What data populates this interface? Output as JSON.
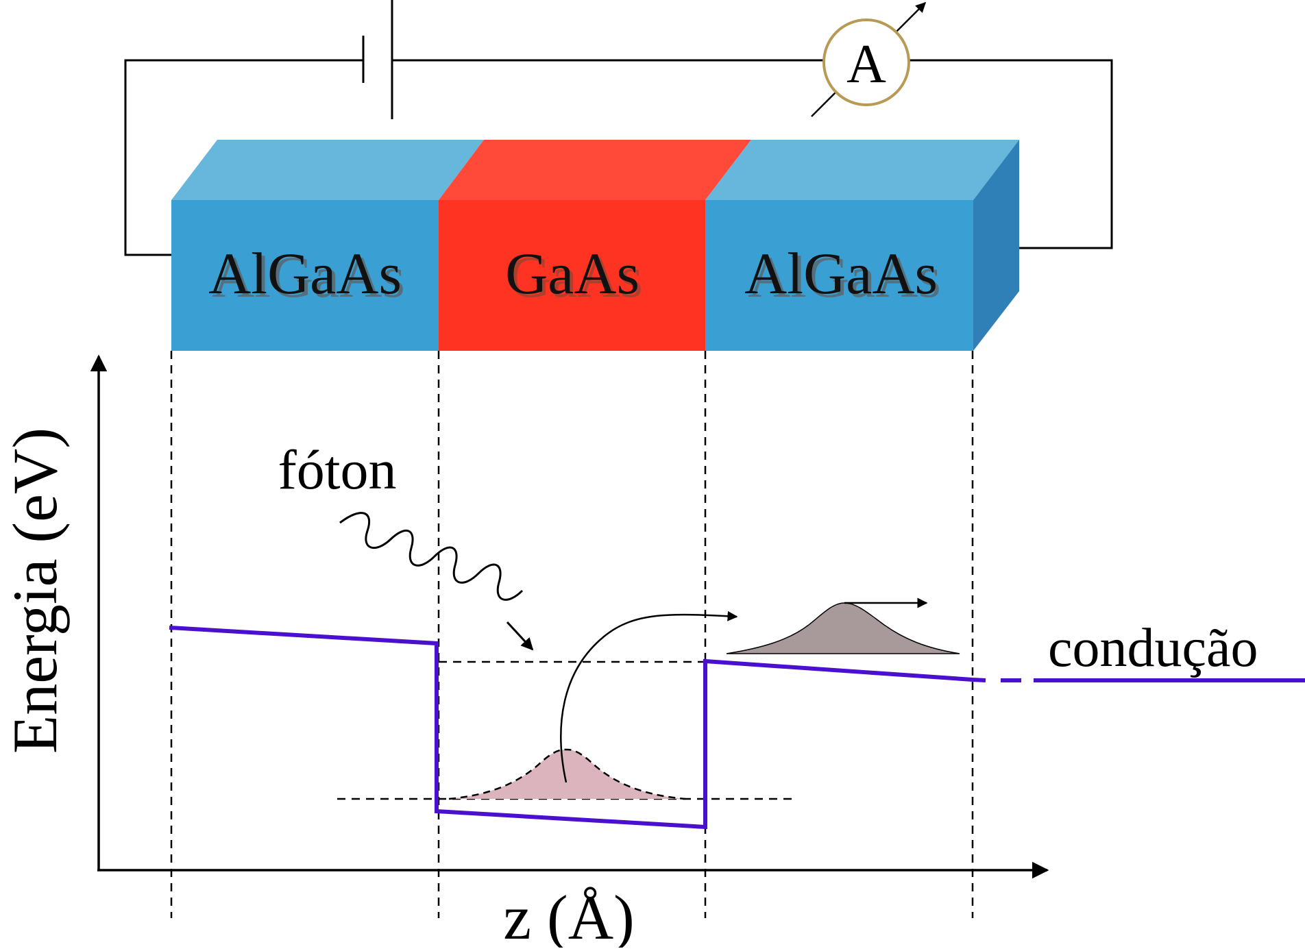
{
  "layers": [
    {
      "label": "AlGaAs",
      "material": "barrier"
    },
    {
      "label": "GaAs",
      "material": "well"
    },
    {
      "label": "AlGaAs",
      "material": "barrier"
    }
  ],
  "ammeter": {
    "label": "A"
  },
  "annotations": {
    "photon": "fóton",
    "band": "condução"
  },
  "axes": {
    "ylabel": "Energia (eV)",
    "xlabel": "z (Å)"
  },
  "colors": {
    "barrier_front": "#3aa0d4",
    "barrier_top": "#67b6db",
    "barrier_side": "#3080b8",
    "well_front": "#ff3322",
    "well_top": "#ff4a3a",
    "band_line": "#4b0fcf",
    "bound_state": "#dbb4bd",
    "free_state": "#a89a9a",
    "ammeter_ring": "#b89a55"
  }
}
